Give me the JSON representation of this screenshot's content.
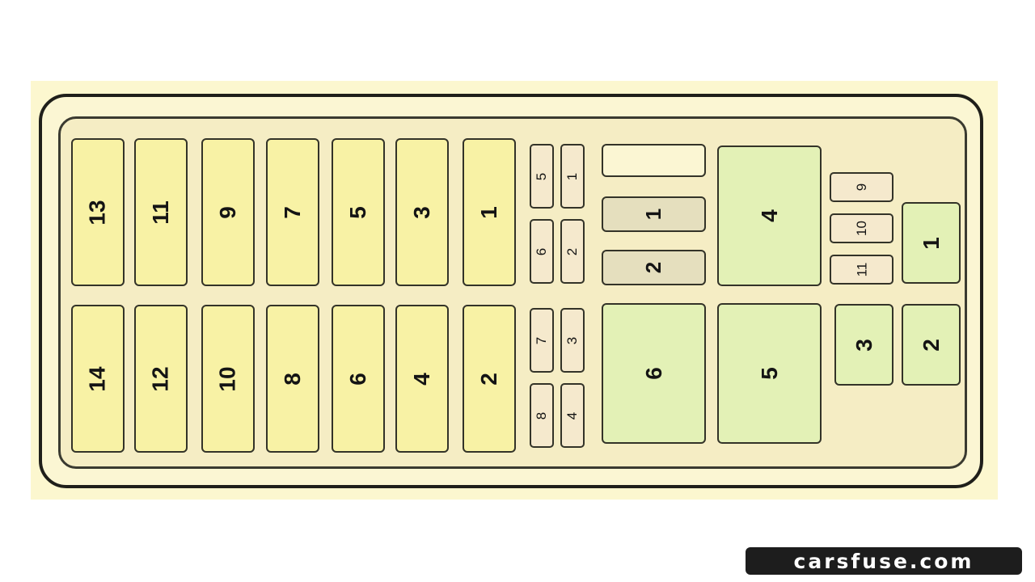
{
  "watermark": "carsfuse.com",
  "colors": {
    "background": "#fcf7cf",
    "maxi_fuse": "#f8f2a5",
    "mini_fuse": "#f5e9cd",
    "relay_gray": "#e5dfbe",
    "relay_green": "#e3f1b6",
    "outline": "#1f1f1a"
  },
  "fuse_box": {
    "large_fuses_top": [
      "13",
      "11",
      "9",
      "7",
      "5",
      "3",
      "1"
    ],
    "large_fuses_bottom": [
      "14",
      "12",
      "10",
      "8",
      "6",
      "4",
      "2"
    ],
    "mini_fuses": {
      "top_left": [
        "5",
        "6"
      ],
      "top_right": [
        "1",
        "2"
      ],
      "bottom_left": [
        "7",
        "8"
      ],
      "bottom_right": [
        "3",
        "4"
      ]
    },
    "gray_relays": [
      "1",
      "2"
    ],
    "green_relays": [
      "4",
      "6",
      "5"
    ],
    "small_fuses_right": [
      "9",
      "10",
      "11"
    ],
    "small_relays_right": [
      "1",
      "3",
      "2"
    ]
  }
}
